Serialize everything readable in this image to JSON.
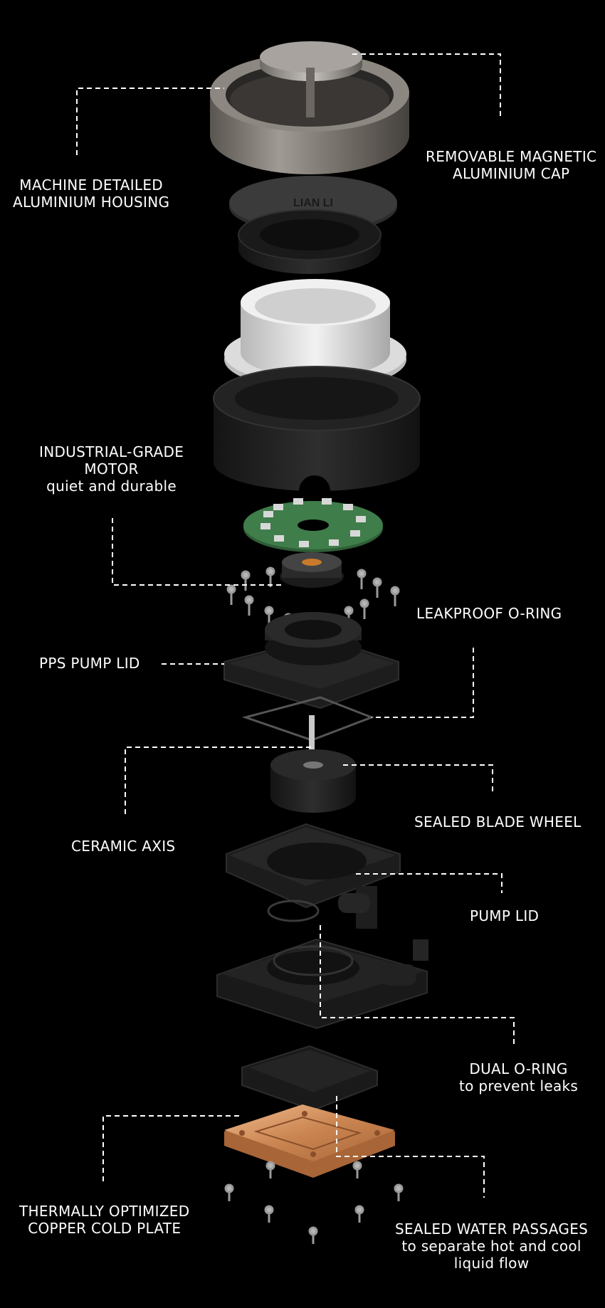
{
  "colors": {
    "background": "#000000",
    "text": "#ffffff",
    "leader_line": "#ffffff",
    "aluminium": "#8a8a8a",
    "dark_part": "#1c1c1c",
    "white_part": "#e6e6e6",
    "pcb_green": "#3f7d4a",
    "copper": "#d89a6a"
  },
  "labels": {
    "removable_cap": [
      "REMOVABLE MAGNETIC",
      "ALUMINIUM CAP"
    ],
    "housing": [
      "MACHINE DETAILED",
      "ALUMINIUM HOUSING"
    ],
    "motor": [
      "INDUSTRIAL-GRADE",
      "MOTOR",
      "quiet and durable"
    ],
    "oring": [
      "LEAKPROOF O-RING"
    ],
    "pps_lid": [
      "PPS PUMP LID"
    ],
    "ceramic_axis": [
      "CERAMIC AXIS"
    ],
    "blade_wheel": [
      "SEALED BLADE WHEEL"
    ],
    "pump_lid": [
      "PUMP LID"
    ],
    "dual_oring": [
      "DUAL O-RING",
      "to prevent leaks"
    ],
    "cold_plate": [
      "THERMALLY OPTIMIZED",
      "COPPER COLD PLATE"
    ],
    "water_passages": [
      "SEALED WATER PASSAGES",
      "to separate hot and cool",
      "liquid flow"
    ]
  },
  "components": {
    "logo_text": "LIAN LI"
  }
}
